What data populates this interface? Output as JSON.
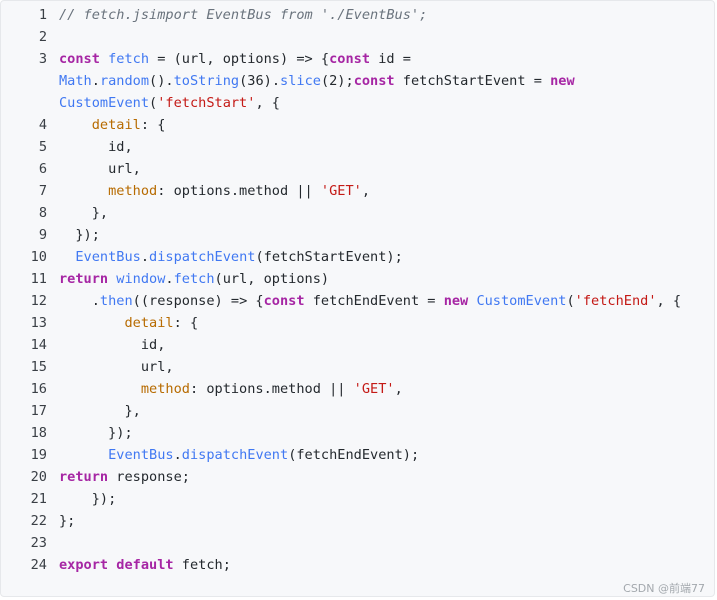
{
  "lines": [
    {
      "num": "1",
      "tokens": [
        {
          "t": "// fetch.jsimport EventBus from './EventBus';",
          "c": "c"
        }
      ]
    },
    {
      "num": "2",
      "tokens": []
    },
    {
      "num": "3",
      "tokens": [
        {
          "t": "const",
          "c": "k"
        },
        {
          "t": " "
        },
        {
          "t": "fetch",
          "c": "f"
        },
        {
          "t": " = (url, options) => {"
        },
        {
          "t": "const",
          "c": "k"
        },
        {
          "t": " id ="
        }
      ]
    },
    {
      "num": "",
      "tokens": [
        {
          "t": "Math",
          "c": "f"
        },
        {
          "t": "."
        },
        {
          "t": "random",
          "c": "f"
        },
        {
          "t": "()."
        },
        {
          "t": "toString",
          "c": "f"
        },
        {
          "t": "(36)."
        },
        {
          "t": "slice",
          "c": "f"
        },
        {
          "t": "(2);"
        },
        {
          "t": "const",
          "c": "k"
        },
        {
          "t": " fetchStartEvent = "
        },
        {
          "t": "new",
          "c": "k"
        }
      ]
    },
    {
      "num": "",
      "tokens": [
        {
          "t": "CustomEvent",
          "c": "f"
        },
        {
          "t": "("
        },
        {
          "t": "'fetchStart'",
          "c": "s"
        },
        {
          "t": ", {"
        }
      ]
    },
    {
      "num": "4",
      "tokens": [
        {
          "t": "    "
        },
        {
          "t": "detail",
          "c": "p"
        },
        {
          "t": ": {"
        }
      ]
    },
    {
      "num": "5",
      "tokens": [
        {
          "t": "      id,"
        }
      ]
    },
    {
      "num": "6",
      "tokens": [
        {
          "t": "      url,"
        }
      ]
    },
    {
      "num": "7",
      "tokens": [
        {
          "t": "      "
        },
        {
          "t": "method",
          "c": "p"
        },
        {
          "t": ": options.method || "
        },
        {
          "t": "'GET'",
          "c": "s"
        },
        {
          "t": ","
        }
      ]
    },
    {
      "num": "8",
      "tokens": [
        {
          "t": "    },"
        }
      ]
    },
    {
      "num": "9",
      "tokens": [
        {
          "t": "  });"
        }
      ]
    },
    {
      "num": "10",
      "tokens": [
        {
          "t": "  "
        },
        {
          "t": "EventBus",
          "c": "f"
        },
        {
          "t": "."
        },
        {
          "t": "dispatchEvent",
          "c": "f"
        },
        {
          "t": "(fetchStartEvent);"
        }
      ]
    },
    {
      "num": "11",
      "tokens": [
        {
          "t": "return",
          "c": "k"
        },
        {
          "t": " "
        },
        {
          "t": "window",
          "c": "f"
        },
        {
          "t": "."
        },
        {
          "t": "fetch",
          "c": "f"
        },
        {
          "t": "(url, options)"
        }
      ]
    },
    {
      "num": "12",
      "tokens": [
        {
          "t": "    ."
        },
        {
          "t": "then",
          "c": "f"
        },
        {
          "t": "((response) => {"
        },
        {
          "t": "const",
          "c": "k"
        },
        {
          "t": " fetchEndEvent = "
        },
        {
          "t": "new",
          "c": "k"
        },
        {
          "t": " "
        },
        {
          "t": "CustomEvent",
          "c": "f"
        },
        {
          "t": "("
        },
        {
          "t": "'fetchEnd'",
          "c": "s"
        },
        {
          "t": ", {"
        }
      ]
    },
    {
      "num": "13",
      "tokens": [
        {
          "t": "        "
        },
        {
          "t": "detail",
          "c": "p"
        },
        {
          "t": ": {"
        }
      ]
    },
    {
      "num": "14",
      "tokens": [
        {
          "t": "          id,"
        }
      ]
    },
    {
      "num": "15",
      "tokens": [
        {
          "t": "          url,"
        }
      ]
    },
    {
      "num": "16",
      "tokens": [
        {
          "t": "          "
        },
        {
          "t": "method",
          "c": "p"
        },
        {
          "t": ": options.method || "
        },
        {
          "t": "'GET'",
          "c": "s"
        },
        {
          "t": ","
        }
      ]
    },
    {
      "num": "17",
      "tokens": [
        {
          "t": "        },"
        }
      ]
    },
    {
      "num": "18",
      "tokens": [
        {
          "t": "      });"
        }
      ]
    },
    {
      "num": "19",
      "tokens": [
        {
          "t": "      "
        },
        {
          "t": "EventBus",
          "c": "f"
        },
        {
          "t": "."
        },
        {
          "t": "dispatchEvent",
          "c": "f"
        },
        {
          "t": "(fetchEndEvent);"
        }
      ]
    },
    {
      "num": "20",
      "tokens": [
        {
          "t": "return",
          "c": "k"
        },
        {
          "t": " response;"
        }
      ]
    },
    {
      "num": "21",
      "tokens": [
        {
          "t": "    });"
        }
      ]
    },
    {
      "num": "22",
      "tokens": [
        {
          "t": "};"
        }
      ]
    },
    {
      "num": "23",
      "tokens": []
    },
    {
      "num": "24",
      "tokens": [
        {
          "t": "export",
          "c": "k"
        },
        {
          "t": " "
        },
        {
          "t": "default",
          "c": "k"
        },
        {
          "t": " fetch;"
        }
      ]
    }
  ],
  "watermark": "CSDN @前端77"
}
